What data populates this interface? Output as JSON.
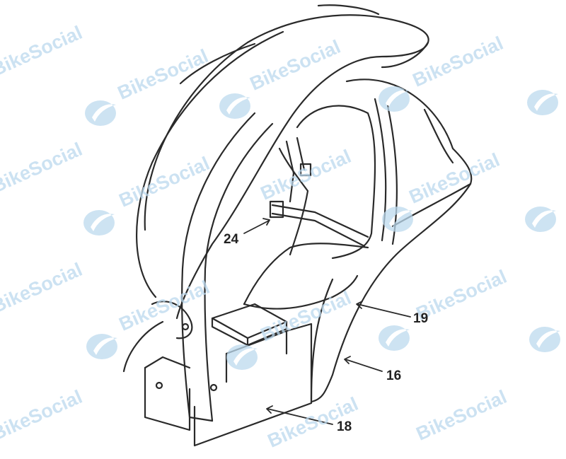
{
  "callouts": [
    {
      "id": "24",
      "text": "24"
    },
    {
      "id": "19",
      "text": "19"
    },
    {
      "id": "16",
      "text": "16"
    },
    {
      "id": "18",
      "text": "18"
    }
  ],
  "watermark": {
    "text": "BikeSocial",
    "color": "#bcd9ee"
  },
  "colors": {
    "line": "#2a2a2a",
    "background": "#ffffff"
  }
}
